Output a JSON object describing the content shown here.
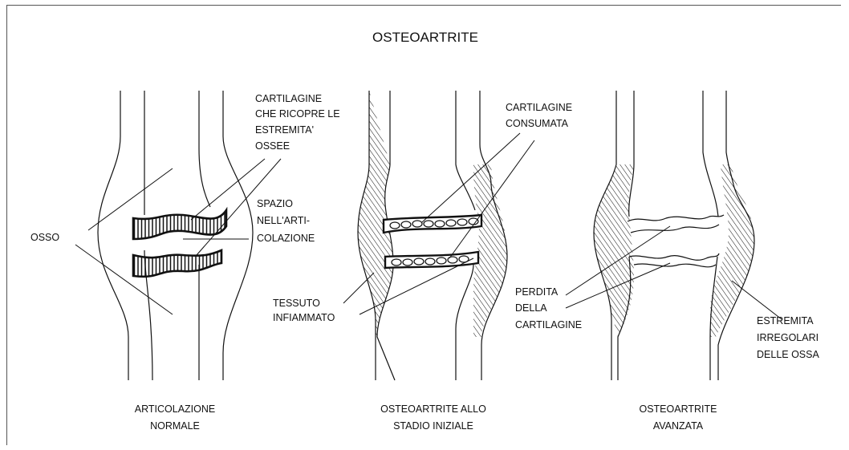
{
  "title": "OSTEOARTRITE",
  "panels": [
    {
      "caption": [
        "ARTICOLAZIONE",
        "NORMALE"
      ]
    },
    {
      "caption": [
        "OSTEOARTRITE ALLO",
        "STADIO INIZIALE"
      ]
    },
    {
      "caption": [
        "OSTEOARTRITE",
        "AVANZATA"
      ]
    }
  ],
  "labels": {
    "osso": "OSSO",
    "cartilagine_ricopre": [
      "CARTILAGINE",
      "CHE RICOPRE LE",
      "ESTREMITA'",
      "OSSEE"
    ],
    "spazio": [
      "SPAZIO",
      "NELL'ARTI-",
      "COLAZIONE"
    ],
    "cartilagine_consumata": [
      "CARTILAGINE",
      "CONSUMATA"
    ],
    "tessuto": [
      "TESSUTO",
      "INFIAMMATO"
    ],
    "perdita": [
      "PERDITA",
      "DELLA",
      "CARTILAGINE"
    ],
    "estremita": [
      "ESTREMITA",
      "IRREGOLARI",
      "DELLE OSSA"
    ]
  }
}
